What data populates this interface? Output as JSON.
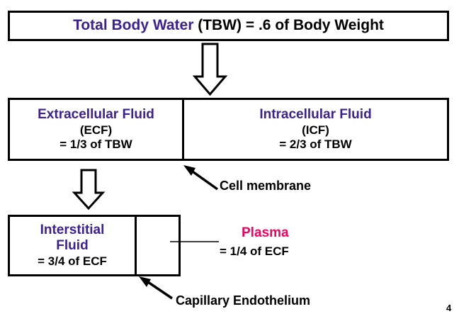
{
  "slide": {
    "page_number": "4",
    "colors": {
      "heading_purple": "#3B2193",
      "body_black": "#000000",
      "plasma_pink": "#F4005E",
      "outline_black": "#000000",
      "background_white": "#FFFFFF"
    }
  },
  "title_box": {
    "emphasis": "Total Body Water",
    "rest": " (TBW) = .6 of Body Weight"
  },
  "row2": {
    "left": {
      "heading": "Extracellular Fluid",
      "abbrev": "(ECF)",
      "fraction": "= 1/3 of TBW"
    },
    "right": {
      "heading": "Intracellular Fluid",
      "abbrev": "(ICF)",
      "fraction": "= 2/3 of TBW"
    }
  },
  "row3": {
    "left": {
      "heading_line1": "Interstitial",
      "heading_line2": "Fluid",
      "fraction": "= 3/4 of ECF"
    },
    "right": {
      "heading": "Plasma",
      "fraction": "= 1/4 of ECF"
    }
  },
  "annotations": {
    "cell_membrane": "Cell membrane",
    "capillary_endothelium": "Capillary Endothelium"
  },
  "icons": {
    "arrow_tbw_to_ecf": "block-arrow-down-icon",
    "arrow_ecf_to_interstitial": "block-arrow-down-icon",
    "pointer_cell_membrane": "arrow-up-left-icon",
    "pointer_capillary": "arrow-up-left-icon",
    "leader_plasma": "leader-line-icon"
  }
}
